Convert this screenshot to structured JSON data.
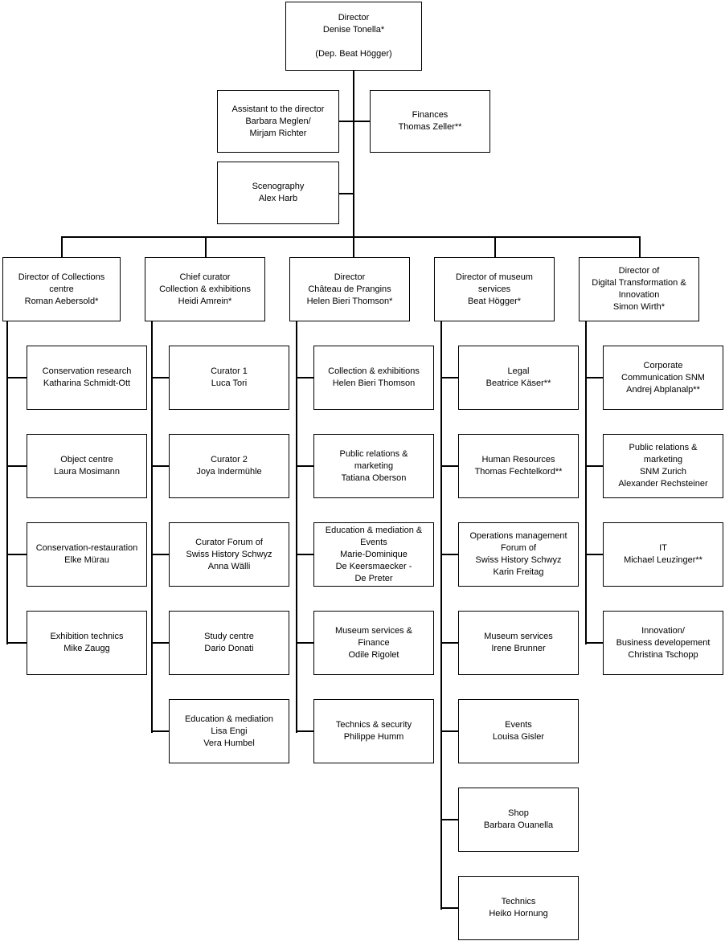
{
  "colors": {
    "page_bg": "#ffffff",
    "box_fill": "#ffffff",
    "box_border": "#000000",
    "line": "#000000",
    "text": "#000000"
  },
  "director": {
    "lines": [
      "Director",
      "Denise Tonella*",
      "",
      "(Dep. Beat Högger)"
    ]
  },
  "staff": [
    {
      "id": "assistant",
      "lines": [
        "Assistant to the director",
        "Barbara Meglen/",
        "Mirjam Richter"
      ]
    },
    {
      "id": "finances",
      "lines": [
        "Finances",
        "Thomas Zeller**"
      ]
    },
    {
      "id": "scenography",
      "lines": [
        "Scenography",
        "Alex Harb"
      ]
    }
  ],
  "columns": [
    {
      "head": {
        "lines": [
          "Director of Collections",
          "centre",
          "Roman Aebersold*"
        ]
      },
      "children": [
        {
          "lines": [
            "Conservation research",
            "Katharina Schmidt-Ott"
          ]
        },
        {
          "lines": [
            "Object centre",
            "Laura Mosimann"
          ]
        },
        {
          "lines": [
            "Conservation-restauration",
            "Elke Mürau"
          ]
        },
        {
          "lines": [
            "Exhibition technics",
            "Mike Zaugg"
          ]
        }
      ]
    },
    {
      "head": {
        "lines": [
          "Chief curator",
          "Collection & exhibitions",
          "Heidi Amrein*"
        ]
      },
      "children": [
        {
          "lines": [
            "Curator 1",
            "Luca Tori"
          ]
        },
        {
          "lines": [
            "Curator 2",
            "Joya Indermühle"
          ]
        },
        {
          "lines": [
            "Curator Forum of",
            "Swiss History Schwyz",
            "Anna Wälli"
          ]
        },
        {
          "lines": [
            "Study centre",
            "Dario Donati"
          ]
        },
        {
          "lines": [
            "Education & mediation",
            "Lisa Engi",
            "Vera Humbel"
          ]
        }
      ]
    },
    {
      "head": {
        "lines": [
          "Director",
          "Château de Prangins",
          "Helen Bieri Thomson*"
        ]
      },
      "children": [
        {
          "lines": [
            "Collection & exhibitions",
            "Helen Bieri Thomson"
          ]
        },
        {
          "lines": [
            "Public relations &",
            "marketing",
            "Tatiana Oberson"
          ]
        },
        {
          "lines": [
            "Education & mediation &",
            "Events",
            "Marie-Dominique",
            "De Keersmaecker -",
            "De Preter"
          ]
        },
        {
          "lines": [
            "Museum services &",
            "Finance",
            "Odile Rigolet"
          ]
        },
        {
          "lines": [
            "Technics & security",
            "Philippe Humm"
          ]
        }
      ]
    },
    {
      "head": {
        "lines": [
          "Director of museum",
          "services",
          "Beat Högger*"
        ]
      },
      "children": [
        {
          "lines": [
            "Legal",
            "Beatrice Käser**"
          ]
        },
        {
          "lines": [
            "Human Resources",
            "Thomas Fechtelkord**"
          ]
        },
        {
          "lines": [
            "Operations management",
            "Forum of",
            "Swiss History Schwyz",
            "Karin Freitag"
          ]
        },
        {
          "lines": [
            "Museum services",
            "Irene Brunner"
          ]
        },
        {
          "lines": [
            "Events",
            "Louisa Gisler"
          ]
        },
        {
          "lines": [
            "Shop",
            "Barbara Ouanella"
          ]
        },
        {
          "lines": [
            "Technics",
            "Heiko Hornung"
          ]
        }
      ]
    },
    {
      "head": {
        "lines": [
          "Director of",
          "Digital Transformation &",
          "Innovation",
          "Simon Wirth*"
        ]
      },
      "children": [
        {
          "lines": [
            "Corporate",
            "Communication SNM",
            "Andrej Abplanalp**"
          ]
        },
        {
          "lines": [
            "Public relations &",
            "marketing",
            "SNM Zurich",
            "Alexander Rechsteiner"
          ]
        },
        {
          "lines": [
            "IT",
            "Michael Leuzinger**"
          ]
        },
        {
          "lines": [
            "Innovation/",
            "Business developement",
            "Christina Tschopp"
          ]
        }
      ]
    }
  ]
}
